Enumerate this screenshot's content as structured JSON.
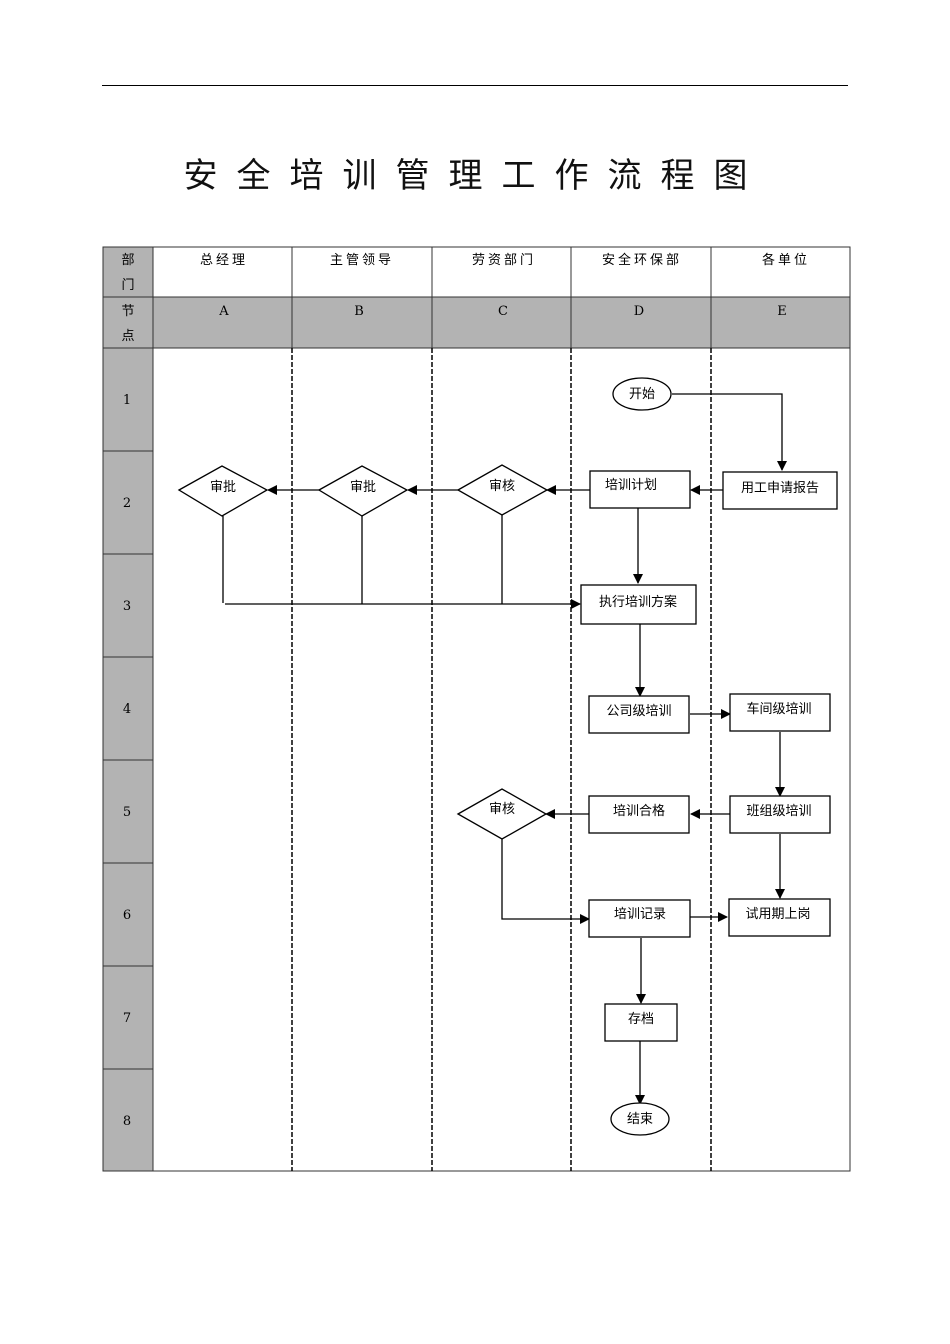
{
  "title": "安全培训管理工作流程图",
  "header": {
    "dept_label_1": "部",
    "dept_label_2": "门",
    "node_label_1": "节",
    "node_label_2": "点",
    "departments": [
      "总经理",
      "主管领导",
      "劳资部门",
      "安全环保部",
      "各单位"
    ],
    "columns": [
      "A",
      "B",
      "C",
      "D",
      "E"
    ]
  },
  "rows": [
    "1",
    "2",
    "3",
    "4",
    "5",
    "6",
    "7",
    "8"
  ],
  "nodes": {
    "start": "开始",
    "employment_report": "用工申请报告",
    "training_plan": "培训计划",
    "review_c2": "审核",
    "approve_b2": "审批",
    "approve_a2": "审批",
    "execute_plan": "执行培训方案",
    "company_training": "公司级培训",
    "workshop_training": "车间级培训",
    "team_training": "班组级培训",
    "training_passed": "培训合格",
    "review_c5": "审核",
    "training_record": "培训记录",
    "probation": "试用期上岗",
    "archive": "存档",
    "end": "结束"
  },
  "colors": {
    "header_gray": "#b3b3b3",
    "line": "#000000"
  }
}
